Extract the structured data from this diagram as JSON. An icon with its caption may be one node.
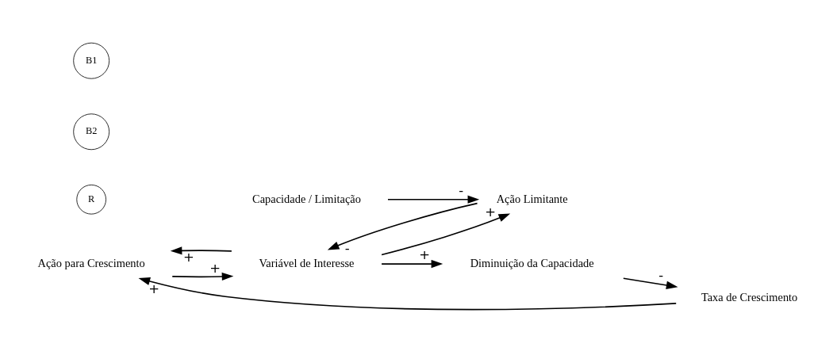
{
  "diagram": {
    "nodes": [
      {
        "text": [
          "Ação para Crescimento"
        ]
      },
      {
        "text": [
          "Variável de Interesse"
        ]
      },
      {
        "text": [
          "Ação Limitante"
        ]
      },
      {
        "text": [
          "Taxa de Crescimento"
        ]
      },
      {
        "text": [
          "Capacidade / Limitação"
        ]
      },
      {
        "text": [
          "Diminuição da Capacidade"
        ]
      }
    ],
    "edges": [
      {
        "from": 0,
        "to": 1,
        "arrow": "to",
        "label": "+"
      },
      {
        "from": 1,
        "to": 0,
        "arrow": "to",
        "label": "+"
      },
      {
        "from": 2,
        "to": 1,
        "arrow": "to",
        "label": "-"
      },
      {
        "from": 1,
        "to": 2,
        "arrow": "to",
        "label": "+"
      },
      {
        "from": 4,
        "to": 2,
        "arrow": "to",
        "label": "-"
      },
      {
        "from": 1,
        "to": 5,
        "arrow": "to",
        "label": "+"
      },
      {
        "from": 5,
        "to": 3,
        "arrow": "to",
        "label": "-"
      },
      {
        "from": 3,
        "to": 0,
        "arrow": "to",
        "label": "+"
      }
    ],
    "labels": [
      "R",
      "B2",
      "B1"
    ]
  }
}
